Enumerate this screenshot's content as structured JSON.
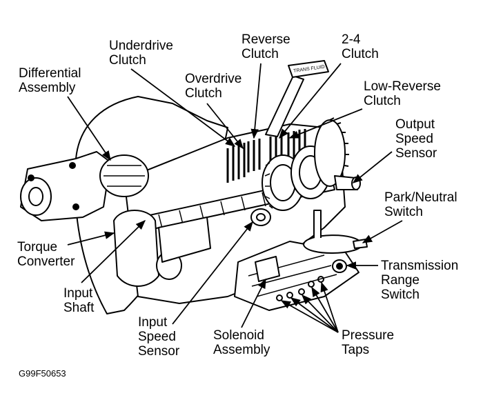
{
  "labels": {
    "underdrive_clutch": "Underdrive\nClutch",
    "reverse_clutch": "Reverse\nClutch",
    "clutch_2_4": "2-4\nClutch",
    "differential_assembly": "Differential\nAssembly",
    "overdrive_clutch": "Overdrive\nClutch",
    "low_reverse_clutch": "Low-Reverse\nClutch",
    "output_speed_sensor": "Output\nSpeed\nSensor",
    "park_neutral_switch": "Park/Neutral\nSwitch",
    "torque_converter": "Torque\nConverter",
    "transmission_range_switch": "Transmission\nRange\nSwitch",
    "input_shaft": "Input\nShaft",
    "input_speed_sensor": "Input\nSpeed\nSensor",
    "solenoid_assembly": "Solenoid\nAssembly",
    "pressure_taps": "Pressure\nTaps"
  },
  "dipstick_text": "TRANS FLUID",
  "figure_id": "G99F50653",
  "colors": {
    "ink": "#000000",
    "paper": "#ffffff"
  }
}
